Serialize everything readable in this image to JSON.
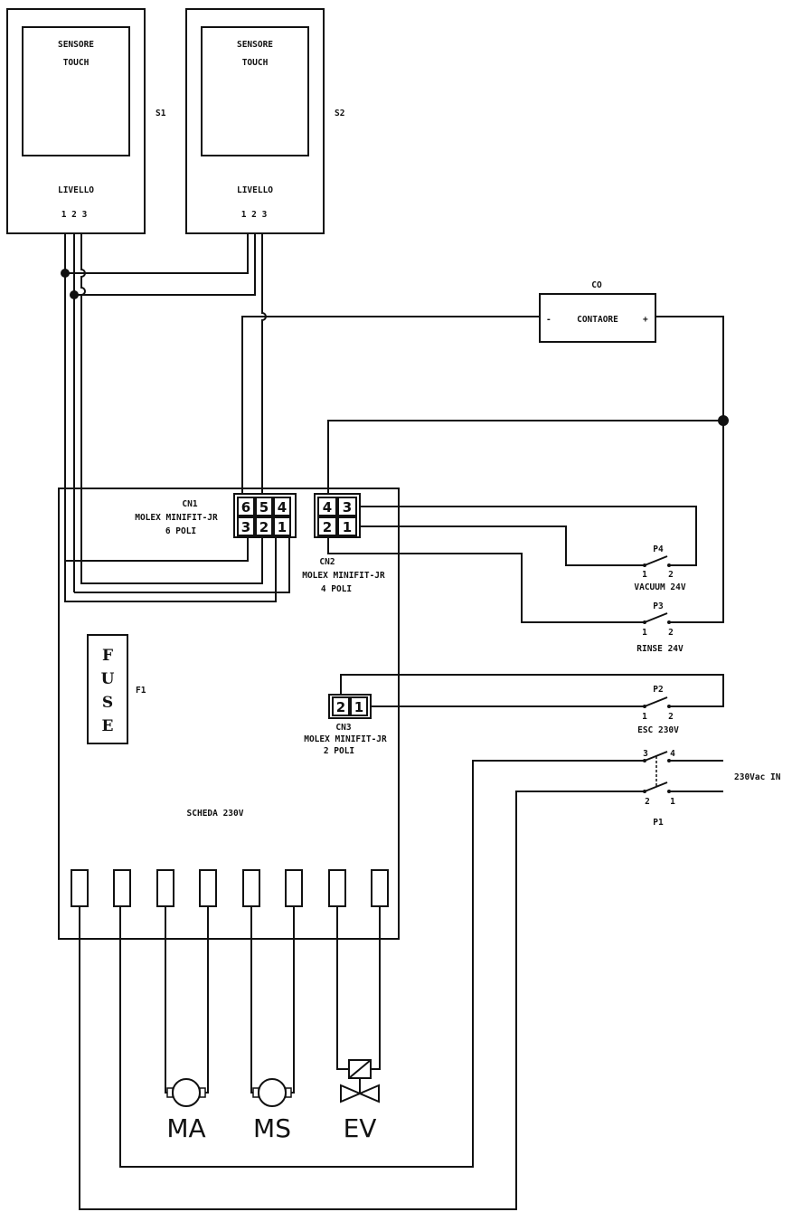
{
  "sensor_s1": {
    "title_line1": "SENSORE",
    "title_line2": "TOUCH",
    "level": "LIVELLO",
    "pins": "1 2 3",
    "tag": "S1"
  },
  "sensor_s2": {
    "title_line1": "SENSORE",
    "title_line2": "TOUCH",
    "level": "LIVELLO",
    "pins": "1 2 3",
    "tag": "S2"
  },
  "counter": {
    "tag": "CO",
    "label": "CONTAORE",
    "minus": "-",
    "plus": "+"
  },
  "cn1": {
    "line1": "CN1",
    "line2": "MOLEX MINIFIT-JR",
    "line3": "6 POLI",
    "pins_top": [
      "6",
      "5",
      "4"
    ],
    "pins_bottom": [
      "3",
      "2",
      "1"
    ]
  },
  "cn2": {
    "line1": "CN2",
    "line2": "MOLEX MINIFIT-JR",
    "line3": "4 POLI",
    "pins_top": [
      "4",
      "3"
    ],
    "pins_bottom": [
      "2",
      "1"
    ]
  },
  "cn3": {
    "line1": "CN3",
    "line2": "MOLEX MINIFIT-JR",
    "line3": "2 POLI",
    "pins": [
      "2",
      "1"
    ]
  },
  "fuse": {
    "letters": [
      "F",
      "U",
      "S",
      "E"
    ],
    "tag": "F1"
  },
  "board": {
    "label": "SCHEDA  230V"
  },
  "switches": {
    "p4": {
      "tag": "P4",
      "pin1": "1",
      "pin2": "2",
      "label": "VACUUM 24V"
    },
    "p3": {
      "tag": "P3",
      "pin1": "1",
      "pin2": "2",
      "label": "RINSE 24V"
    },
    "p2": {
      "tag": "P2",
      "pin1": "1",
      "pin2": "2",
      "label": "ESC 230V"
    },
    "p1": {
      "tag": "P1",
      "pin3": "3",
      "pin4": "4",
      "pin2": "2",
      "pin1": "1"
    }
  },
  "supply": {
    "label": "230Vac IN"
  },
  "loads": {
    "ma": "MA",
    "ms": "MS",
    "ev": "EV"
  }
}
